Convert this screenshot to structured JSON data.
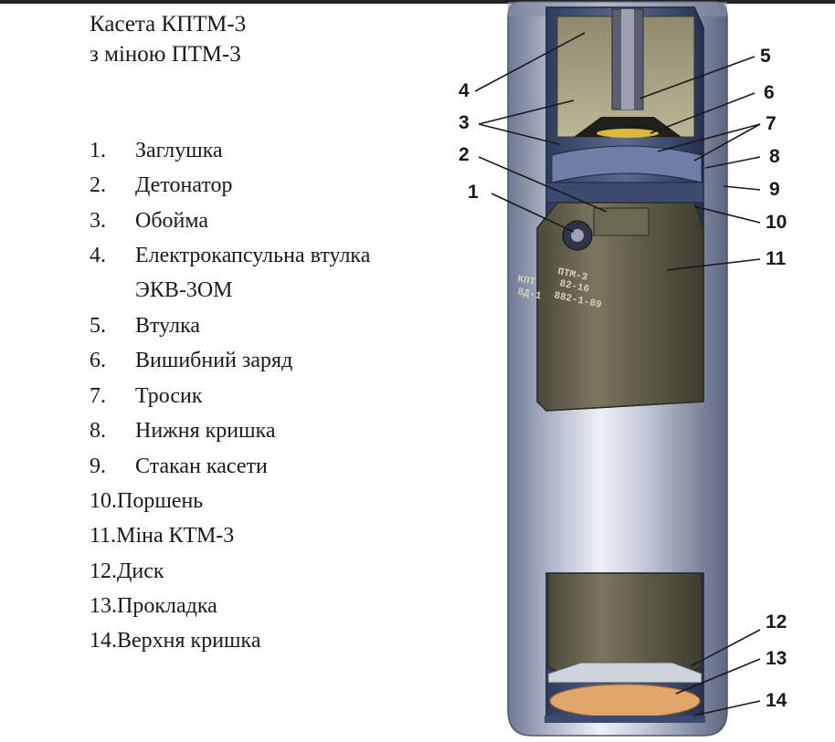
{
  "title": {
    "line1": "Касета КПТМ-3",
    "line2": "з міною  ПТМ-3"
  },
  "legend": [
    {
      "num": "1.",
      "text": "Заглушка"
    },
    {
      "num": "2.",
      "text": "Детонатор"
    },
    {
      "num": "3.",
      "text": "Обойма"
    },
    {
      "num": "4.",
      "text": "Електрокапсульна втулка",
      "text2": "ЭКВ-3ОМ"
    },
    {
      "num": "5.",
      "text": "Втулка"
    },
    {
      "num": "6.",
      "text": "Вишибний заряд"
    },
    {
      "num": "7.",
      "text": "Тросик"
    },
    {
      "num": "8.",
      "text": "Нижня кришка"
    },
    {
      "num": "9.",
      "text": "Стакан касети"
    },
    {
      "num": "10.",
      "text": "Поршень"
    },
    {
      "num": "11.",
      "text": "Міна КТМ-3"
    },
    {
      "num": "12.",
      "text": "Диск"
    },
    {
      "num": "13.",
      "text": "Прокладка"
    },
    {
      "num": "14.",
      "text": "Верхня кришка"
    }
  ],
  "callouts": [
    "1",
    "2",
    "3",
    "4",
    "5",
    "6",
    "7",
    "8",
    "9",
    "10",
    "11",
    "12",
    "13",
    "14"
  ],
  "mine_markings": {
    "line1": "ПТМ-3",
    "line2": "82-16",
    "line3": "882-1-89",
    "side1": "КПТ",
    "side2": "8Д-1"
  },
  "colors": {
    "casing": "#8a92a8",
    "mine_body": "#5a5a48",
    "disk": "#e2a56a",
    "text": "#1a1a1a"
  }
}
